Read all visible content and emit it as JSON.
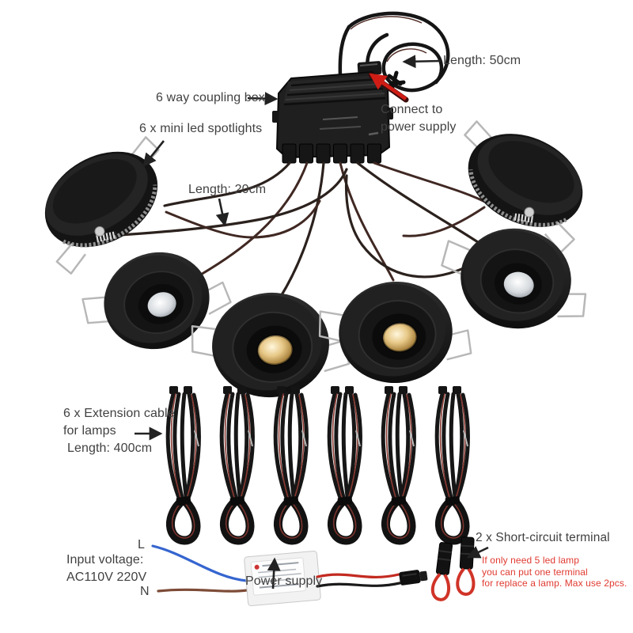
{
  "colors": {
    "background": "#ffffff",
    "label_text": "#414141",
    "note_red": "#e03a30",
    "arrow_black": "#222222",
    "arrow_red": "#cf1d15",
    "wire_blue": "#3565cf",
    "wire_brown": "#7d4b37",
    "wire_red": "#c32a20",
    "cable_black": "#161616"
  },
  "labels": {
    "cable50": "Length: 50cm",
    "coupling_box": "6 way coupling box",
    "connect_line1": "Connect to",
    "connect_line2": "power supply",
    "spotlights": "6 x mini led spotlights",
    "cable20": "Length: 20cm",
    "extension_line1": "6 x Extension cable",
    "extension_line2": "for lamps",
    "extension_line3": "Length: 400cm",
    "input_voltage_line1": "Input voltage:",
    "input_voltage_line2": "AC110V 220V",
    "wire_l": "L",
    "wire_n": "N",
    "power_supply": "Power supply",
    "terminals": "2 x Short-circuit terminal",
    "note_line1": "If only need 5 led lamp",
    "note_line2": "you can put one terminal",
    "note_line3": "for replace a lamp. Max use 2pcs."
  }
}
